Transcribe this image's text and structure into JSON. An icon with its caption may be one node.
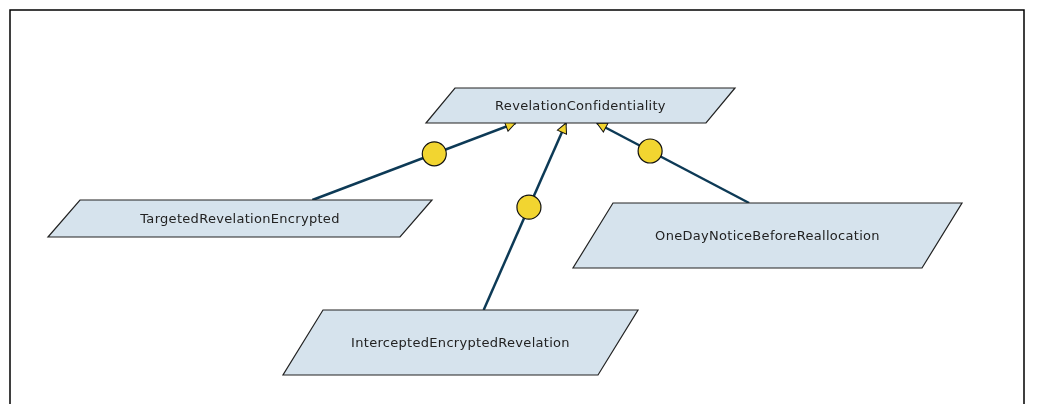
{
  "diagram": {
    "nodes": [
      {
        "text": [
          "RevelationConfidentiality"
        ]
      },
      {
        "text": [
          "TargetedRevelationEncrypted"
        ]
      },
      {
        "text": [
          "InterceptedEncryptedRevelation"
        ]
      },
      {
        "text": [
          "OneDayNoticeBeforeReallocation"
        ]
      }
    ],
    "edges": [
      {
        "from": 1,
        "to": 0,
        "arrow": "to"
      },
      {
        "from": 2,
        "to": 0,
        "arrow": "to"
      },
      {
        "from": 3,
        "to": 0,
        "arrow": "to"
      }
    ]
  }
}
